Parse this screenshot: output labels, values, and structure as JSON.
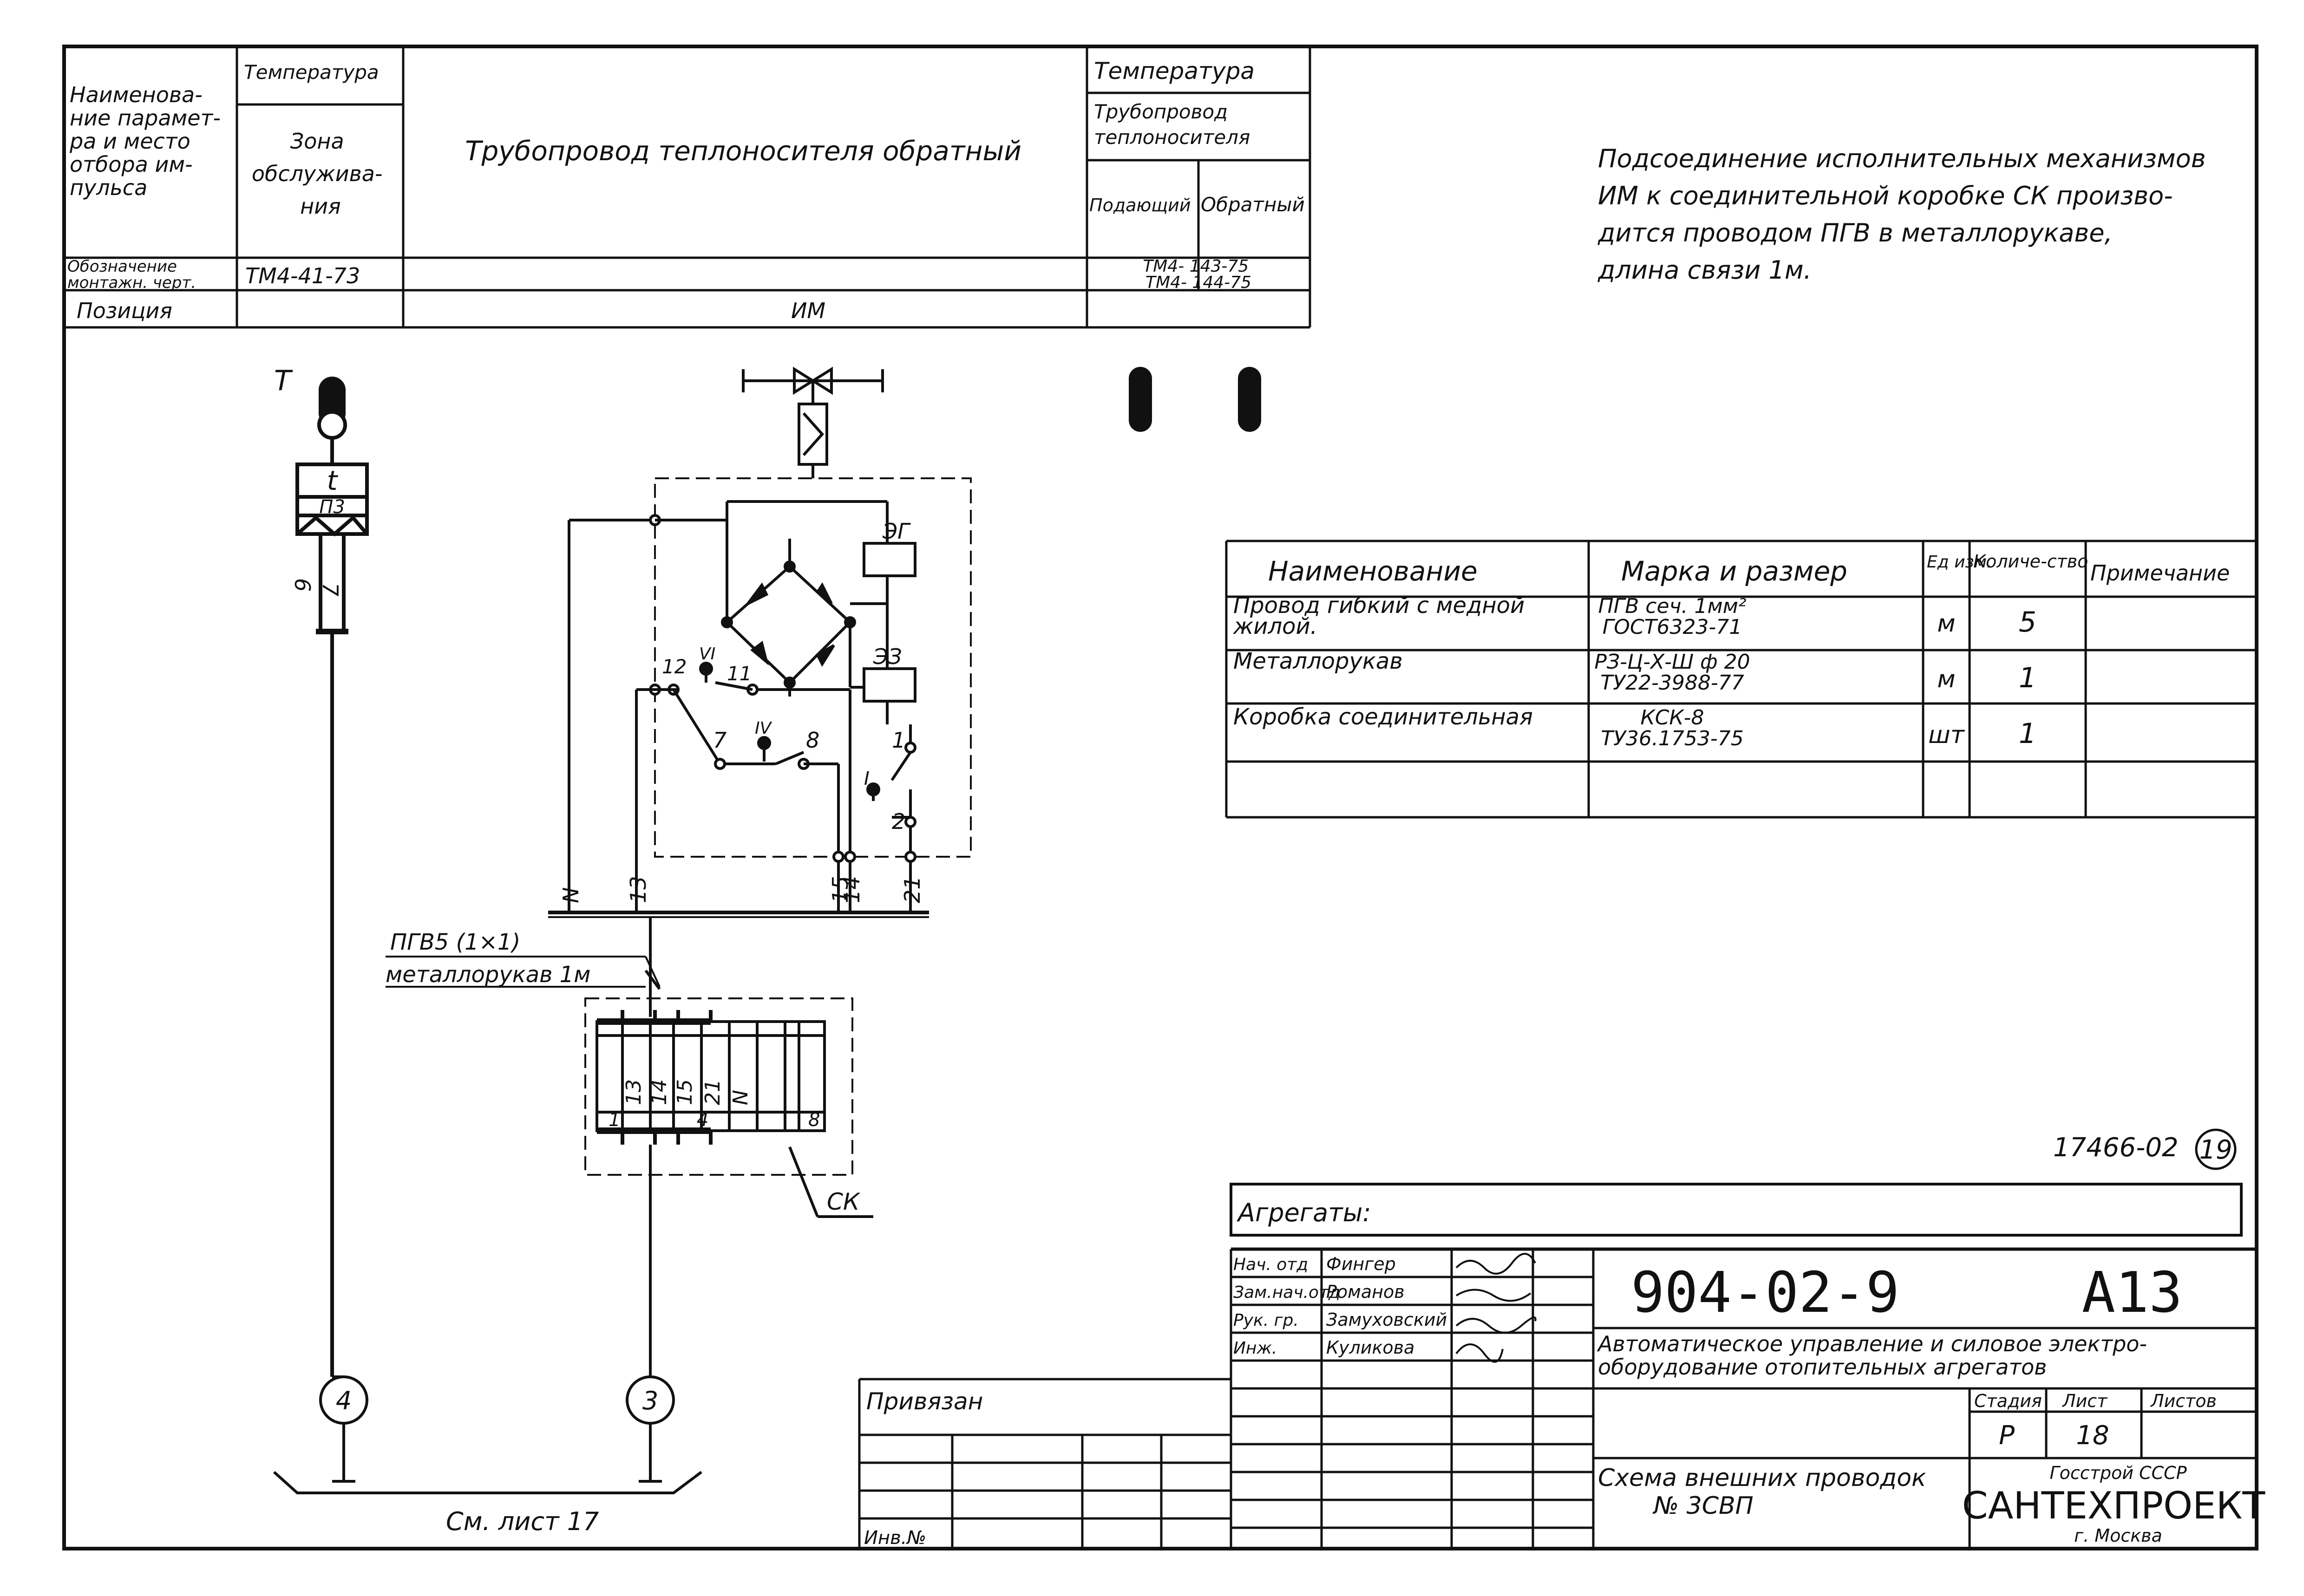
{
  "header_table": {
    "param_label": "Наименова-|ние парамет-|ра и место|отбора им-|пульса",
    "temp_col_head": "Температура",
    "zone_label": "Зона|обслужива-|ния",
    "pipe_title": "Трубопровод теплоносителя обратный",
    "temp_right_head": "Температура",
    "pipe_right_head": "Трубопровод|теплоносителя",
    "supply_label": "Подающий",
    "return_label": "Обратный",
    "designation_label": "Обозначение|монтажн. черт.",
    "designation_value": "ТМ4-41-73",
    "designation_right": "ТМ4- 143-75|ТМ4- 144-75",
    "position_label": "Позиция",
    "position_value": "ИМ"
  },
  "note": "Подсоединение исполнительных механизмов|ИМ к соединительной коробке СК произво-|дится проводом ПГВ в металлорукаве,|длина связи 1м.",
  "materials": {
    "headers": [
      "Наименование",
      "Марка и размер",
      "Ед изм.",
      "Количе-ство",
      "Примечание"
    ],
    "rows": [
      {
        "name": "Провод гибкий с медной|жилой.",
        "mark": "ПГВ сеч. 1мм²|ГОСТ6323-71",
        "unit": "м",
        "qty": "5",
        "note": ""
      },
      {
        "name": "Металлорукав",
        "mark": "РЗ-Ц-Х-Ш ф 20|ТУ22-3988-77",
        "unit": "м",
        "qty": "1",
        "note": ""
      },
      {
        "name": "Коробка соединительная",
        "mark": "КСК-8|ТУ36.1753-75",
        "unit": "шт",
        "qty": "1",
        "note": ""
      }
    ]
  },
  "diagram": {
    "sensor_label": "Т",
    "sensor_t": "t",
    "sensor_p3": "П3",
    "wire_6": "6",
    "wire_7": "7",
    "eg": "ЭГ",
    "ez": "ЭЗ",
    "roman_vi": "VI",
    "roman_iv": "IV",
    "roman_i": "I",
    "term_12": "12",
    "term_11": "11",
    "term_7": "7",
    "term_8": "8",
    "term_1": "1",
    "term_2": "2",
    "bus_labels": [
      "N",
      "13",
      "15",
      "14",
      "21"
    ],
    "cable_1": "ПГВ5 (1×1)",
    "cable_2": "металлорукав 1м",
    "box_terms": [
      "13",
      "14",
      "15",
      "21",
      "N"
    ],
    "box_bottom": [
      "1",
      "4",
      "8"
    ],
    "box_label": "СК",
    "circle_left": "4",
    "circle_right": "3",
    "see_sheet": "См. лист 17"
  },
  "doc_number_small": "17466-02",
  "sheet_circle": "19",
  "title_block": {
    "aggregates": "Агрегаты:",
    "roles": [
      "Нач. отд",
      "Зам.нач.отд",
      "Рук. гр.",
      "Инж."
    ],
    "names": [
      "Фингер",
      "Романов",
      "Замуховский",
      "Куликова"
    ],
    "doc_code": "904-02-9",
    "album": "А13",
    "project_title": "Автоматическое управление и силовое электро-|оборудование отопительных агрегатов",
    "stage_head": "Стадия",
    "sheet_head": "Лист",
    "sheets_head": "Листов",
    "stage": "Р",
    "sheet": "18",
    "drawing_title": "Схема внешних проводок|№ 3СВП",
    "org_top": "Госстрой СССР",
    "org_name": "САНТЕХПРОЕКТ",
    "org_city": "г. Москва",
    "bound": "Привязан",
    "inv": "Инв.№"
  }
}
